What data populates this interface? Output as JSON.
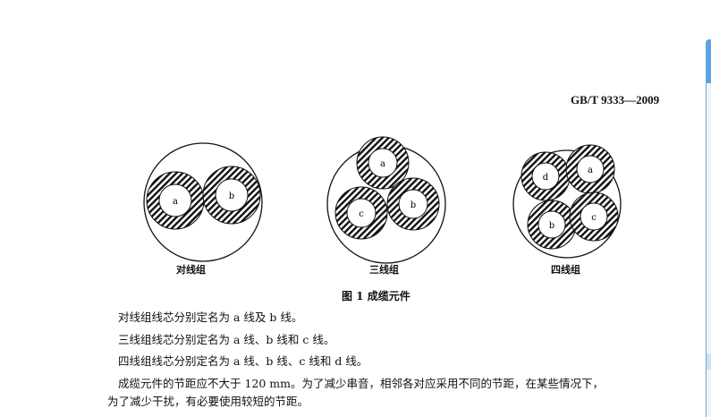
{
  "header": {
    "standard_number": "GB/T 9333—2009"
  },
  "figure": {
    "caption": "图 1   成缆元件",
    "diagrams": [
      {
        "label": "对线组",
        "wires": [
          "a",
          "b"
        ]
      },
      {
        "label": "三线组",
        "wires": [
          "a",
          "c",
          "b"
        ]
      },
      {
        "label": "四线组",
        "wires": [
          "d",
          "a",
          "b",
          "c"
        ]
      }
    ]
  },
  "paragraphs": [
    "对线组线芯分别定名为 a 线及 b 线。",
    "三线组线芯分别定名为 a 线、b 线和 c 线。",
    "四线组线芯分别定名为 a 线、b 线、c 线和 d 线。",
    "成缆元件的节距应不大于 120 mm。为了减少串音，相邻各对应采用不同的节距，在某些情况下，",
    "为了减少干扰，有必要使用较短的节距。"
  ]
}
